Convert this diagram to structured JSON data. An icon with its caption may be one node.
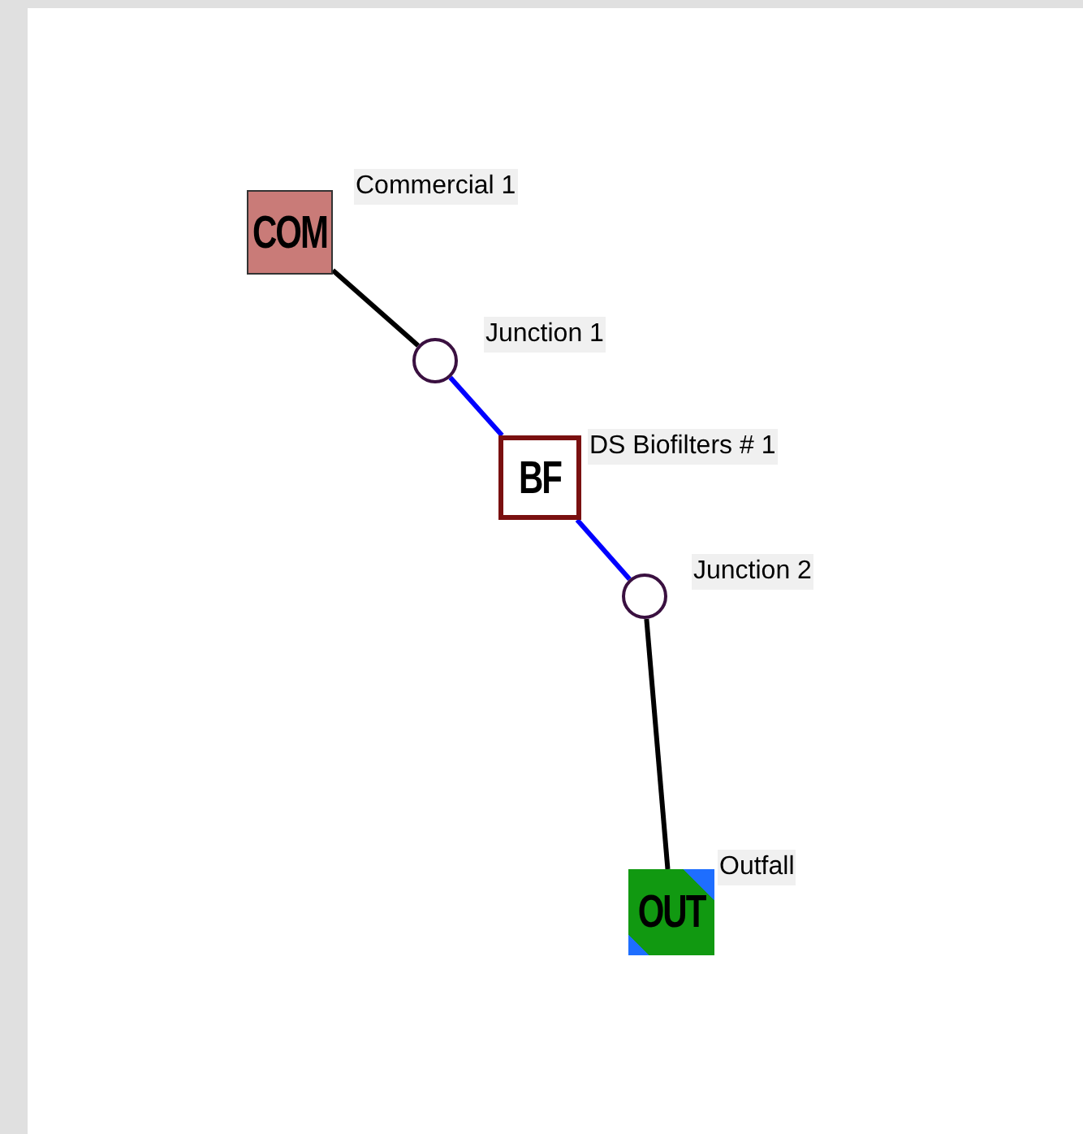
{
  "diagram": {
    "nodes": [
      {
        "text": [
          "COM"
        ],
        "beside": [
          "Commercial 1"
        ]
      },
      {
        "text": [],
        "shape": "circle",
        "beside": [
          "Junction 1"
        ]
      },
      {
        "text": [
          "BF"
        ],
        "beside": [
          "DS Biofilters # 1"
        ]
      },
      {
        "text": [],
        "shape": "circle",
        "beside": [
          "Junction 2"
        ]
      },
      {
        "text": [
          "OUT"
        ],
        "beside": [
          "Outfall"
        ]
      }
    ],
    "edges": [
      {
        "from": 0,
        "to": 1,
        "arrow": "none"
      },
      {
        "from": 1,
        "to": 2,
        "arrow": "none",
        "color": "#0000ff"
      },
      {
        "from": 2,
        "to": 3,
        "arrow": "none",
        "color": "#0000ff"
      },
      {
        "from": 3,
        "to": 4,
        "arrow": "none"
      }
    ]
  }
}
